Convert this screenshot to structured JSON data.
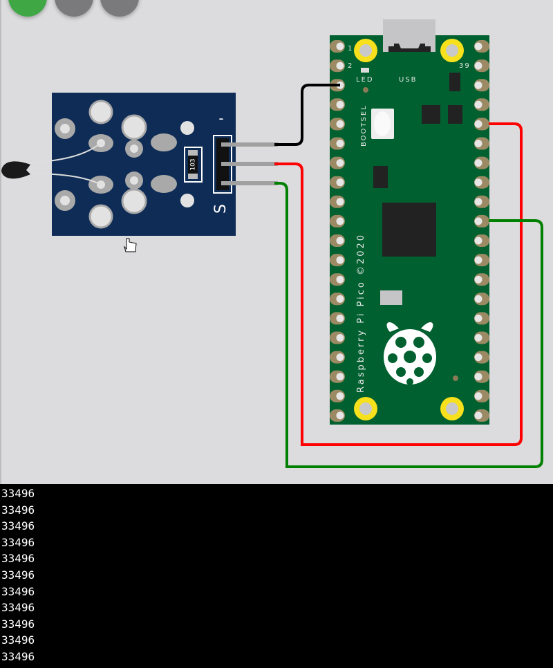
{
  "toolbar": {
    "buttons": [
      {
        "name": "start-simulation",
        "color": "#3fa845"
      },
      {
        "name": "stop"
      },
      {
        "name": "pause"
      }
    ]
  },
  "sensor": {
    "resistor_label": "103",
    "pin_minus": "-",
    "pin_signal": "S"
  },
  "pico": {
    "pin1": "1",
    "pin2": "2",
    "pin39": "39",
    "led": "LED",
    "usb": "USB",
    "bootsel": "BOOTSEL",
    "silkscreen": "Raspberry Pi Pico ©2020"
  },
  "wires": {
    "gnd": "#000000",
    "vcc": "#ff0000",
    "signal": "#008000"
  },
  "console": {
    "lines": [
      "33496",
      "33496",
      "33496",
      "33496",
      "33496",
      "33496",
      "33496",
      "33496",
      "33496",
      "33496",
      "33496"
    ]
  }
}
